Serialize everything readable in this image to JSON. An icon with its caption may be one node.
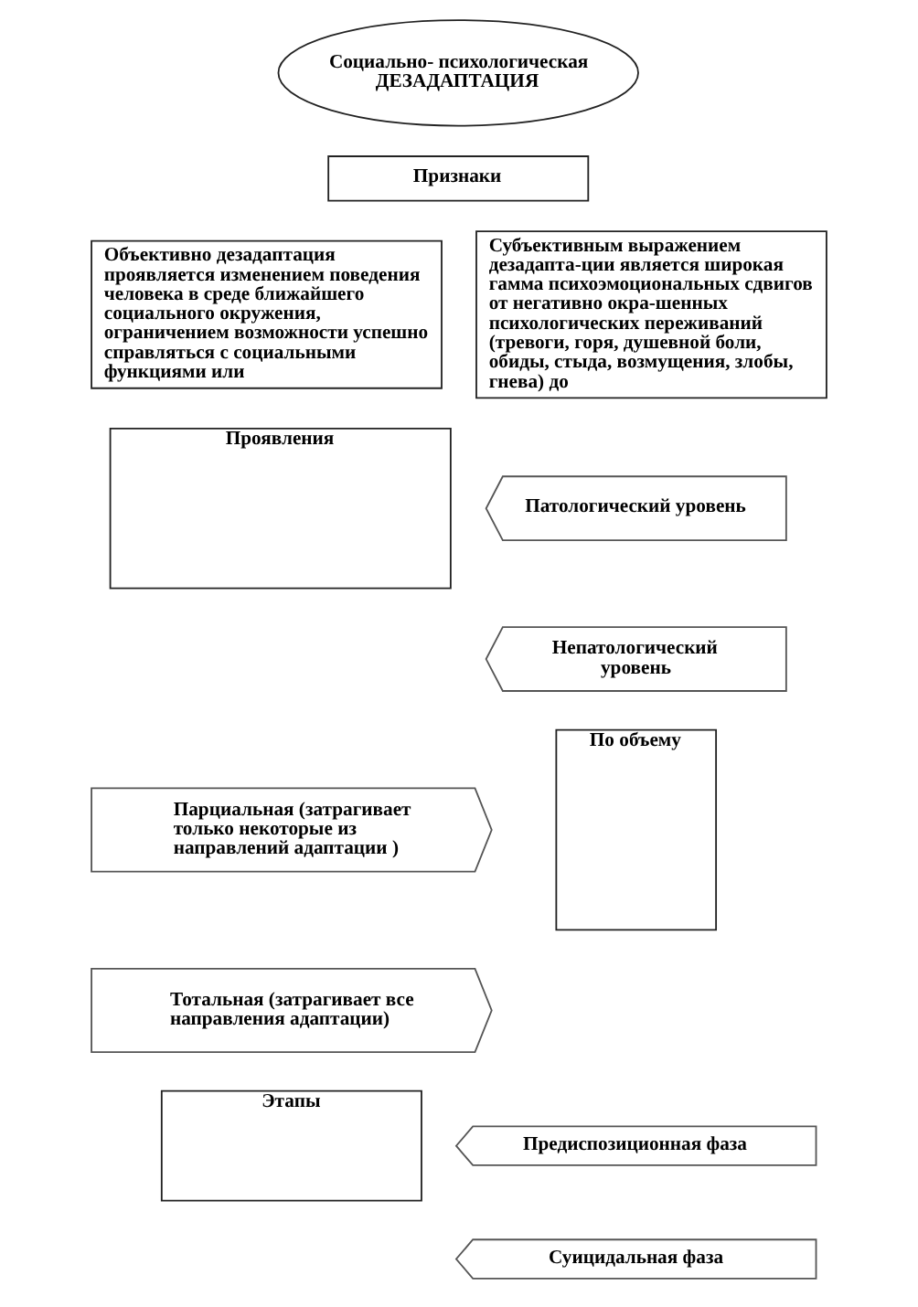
{
  "diagram": {
    "nodes": [
      {
        "text": [
          "Социально- психологическая ДЕЗАДАПТАЦИЯ"
        ]
      },
      {
        "text": [
          "Признаки"
        ]
      },
      {
        "text": [
          "Объективно дезадаптация проявляется изменением поведения человека в среде ближайшего социального окружения, ограничением возможности успешно справляться с социальными функциями или"
        ]
      },
      {
        "text": [
          "Субъективным выражением дезадапта-ции является широкая гамма психоэмоциональных сдвигов от негативно окра-шенных психологических переживаний (тревоги, горя, душевной боли, обиды, стыда, возмущения, злобы, гнева) до"
        ]
      },
      {
        "text": [
          "Проявления"
        ]
      },
      {
        "text": [
          "Патологический уровень"
        ]
      },
      {
        "text": [
          "Непатологический уровень"
        ]
      },
      {
        "text": [
          "Парциальная (затрагивает только некоторые из направлений адаптации )"
        ]
      },
      {
        "text": [
          "Тотальная (затрагивает все направления адаптации)"
        ]
      },
      {
        "text": [
          "По объему"
        ]
      },
      {
        "text": [
          "Этапы"
        ]
      },
      {
        "text": [
          "Предиспозиционная фаза"
        ]
      },
      {
        "text": [
          "Суицидальная фаза"
        ]
      }
    ]
  }
}
